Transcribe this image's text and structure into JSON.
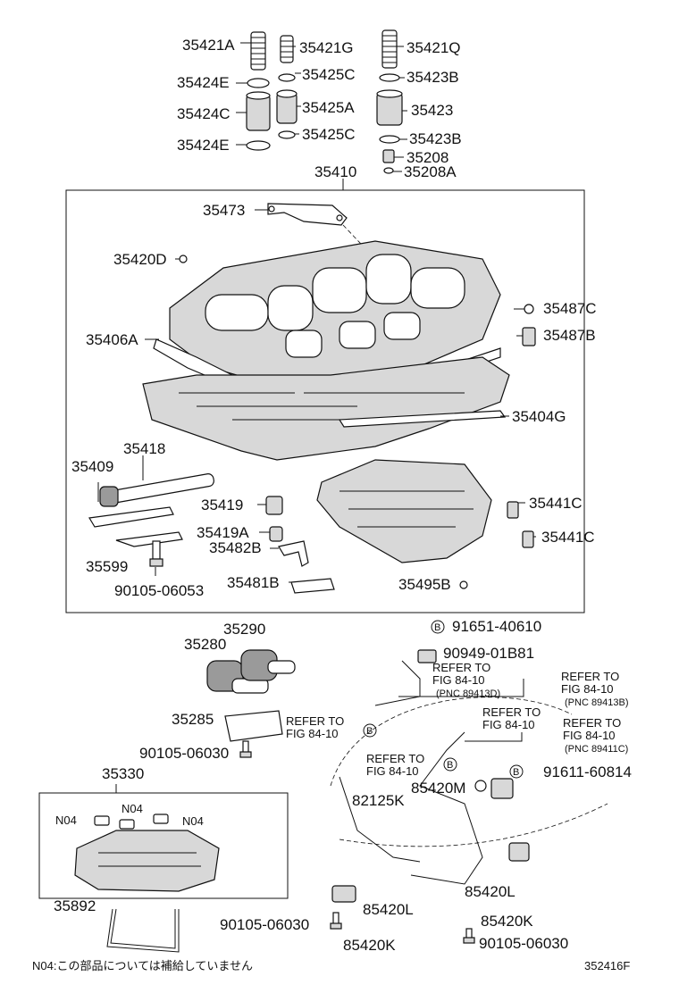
{
  "labels": {
    "p35421A": "35421A",
    "p35421G": "35421G",
    "p35421Q": "35421Q",
    "p35424E_1": "35424E",
    "p35425C_1": "35425C",
    "p35423B_1": "35423B",
    "p35424C": "35424C",
    "p35425A": "35425A",
    "p35423": "35423",
    "p35424E_2": "35424E",
    "p35425C_2": "35425C",
    "p35423B_2": "35423B",
    "p35208": "35208",
    "p35208A": "35208A",
    "p35410": "35410",
    "p35473": "35473",
    "p35420D": "35420D",
    "p35487C": "35487C",
    "p35406A": "35406A",
    "p35487B": "35487B",
    "p35404G": "35404G",
    "p35418": "35418",
    "p35409": "35409",
    "p35419": "35419",
    "p35441C_1": "35441C",
    "p35419A": "35419A",
    "p35482B": "35482B",
    "p35441C_2": "35441C",
    "p35599": "35599",
    "p90105_06053": "90105-06053",
    "p35481B": "35481B",
    "p35495B": "35495B",
    "p91651_40610": "91651-40610",
    "p35290": "35290",
    "p35280": "35280",
    "p90949_01B81": "90949-01B81",
    "p35285": "35285",
    "p90105_06030_a": "90105-06030",
    "p35330": "35330",
    "p91611_60814": "91611-60814",
    "p82125K": "82125K",
    "p85420M": "85420M",
    "p35892": "35892",
    "p90105_06030_b": "90105-06030",
    "p85420L_1": "85420L",
    "p85420L_2": "85420L",
    "p85420K_1": "85420K",
    "p85420K_2": "85420K",
    "p90105_06030_c": "90105-06030",
    "n04_1": "N04",
    "n04_2": "N04",
    "n04_3": "N04"
  },
  "refs": {
    "refer_to": "REFER TO",
    "fig_84_10": "FIG 84-10",
    "pnc_89413d": "(PNC 89413D)",
    "pnc_89413b": "(PNC 89413B)",
    "pnc_89411c": "(PNC 89411C)",
    "circle_b": "B"
  },
  "footer": {
    "note": "N04:この部品については補給していません",
    "diagram_code": "352416F"
  }
}
